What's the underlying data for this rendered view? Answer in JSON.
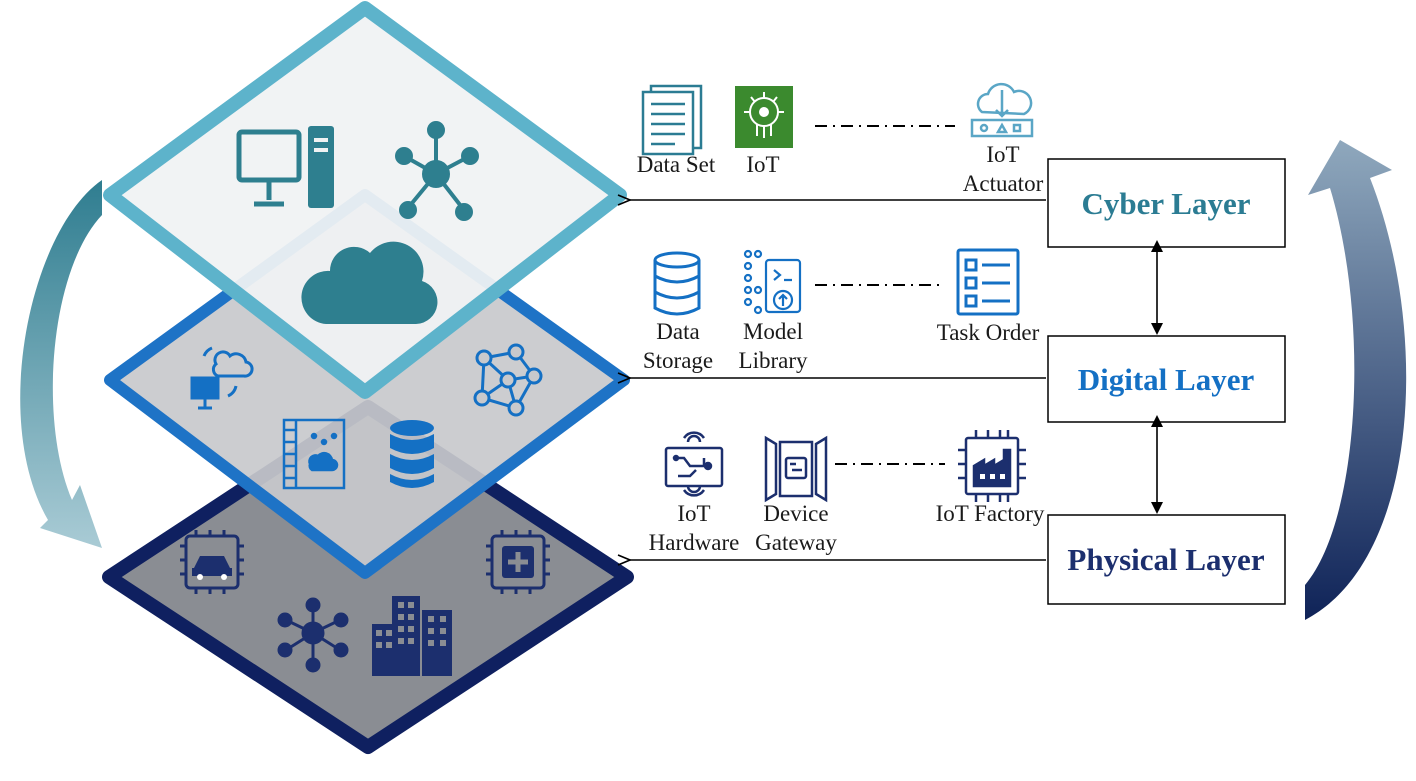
{
  "colors": {
    "cyber": "#2b7c93",
    "cyber_border": "#5db3cb",
    "digital": "#1470c4",
    "digital_border": "#1e73c6",
    "physical": "#1c2f6e",
    "physical_border": "#0f2060",
    "cloud": "#2e7f8f"
  },
  "layers": {
    "cyber": {
      "title": "Cyber Layer",
      "items": [
        {
          "label": "Data Set",
          "icon": "data-set-icon"
        },
        {
          "label": "IoT",
          "icon": "iot-chip-icon"
        },
        {
          "label_line1": "IoT",
          "label_line2": "Actuator",
          "icon": "iot-actuator-icon"
        }
      ]
    },
    "digital": {
      "title": "Digital Layer",
      "items": [
        {
          "label_line1": "Data",
          "label_line2": "Storage",
          "icon": "database-icon"
        },
        {
          "label_line1": "Model",
          "label_line2": "Library",
          "icon": "model-library-icon"
        },
        {
          "label": "Task Order",
          "icon": "task-order-icon"
        }
      ]
    },
    "physical": {
      "title": "Physical Layer",
      "items": [
        {
          "label_line1": "IoT",
          "label_line2": "Hardware",
          "icon": "iot-hardware-icon"
        },
        {
          "label_line1": "Device",
          "label_line2": "Gateway",
          "icon": "device-gateway-icon"
        },
        {
          "label": "IoT Factory",
          "icon": "iot-factory-icon"
        }
      ]
    }
  }
}
